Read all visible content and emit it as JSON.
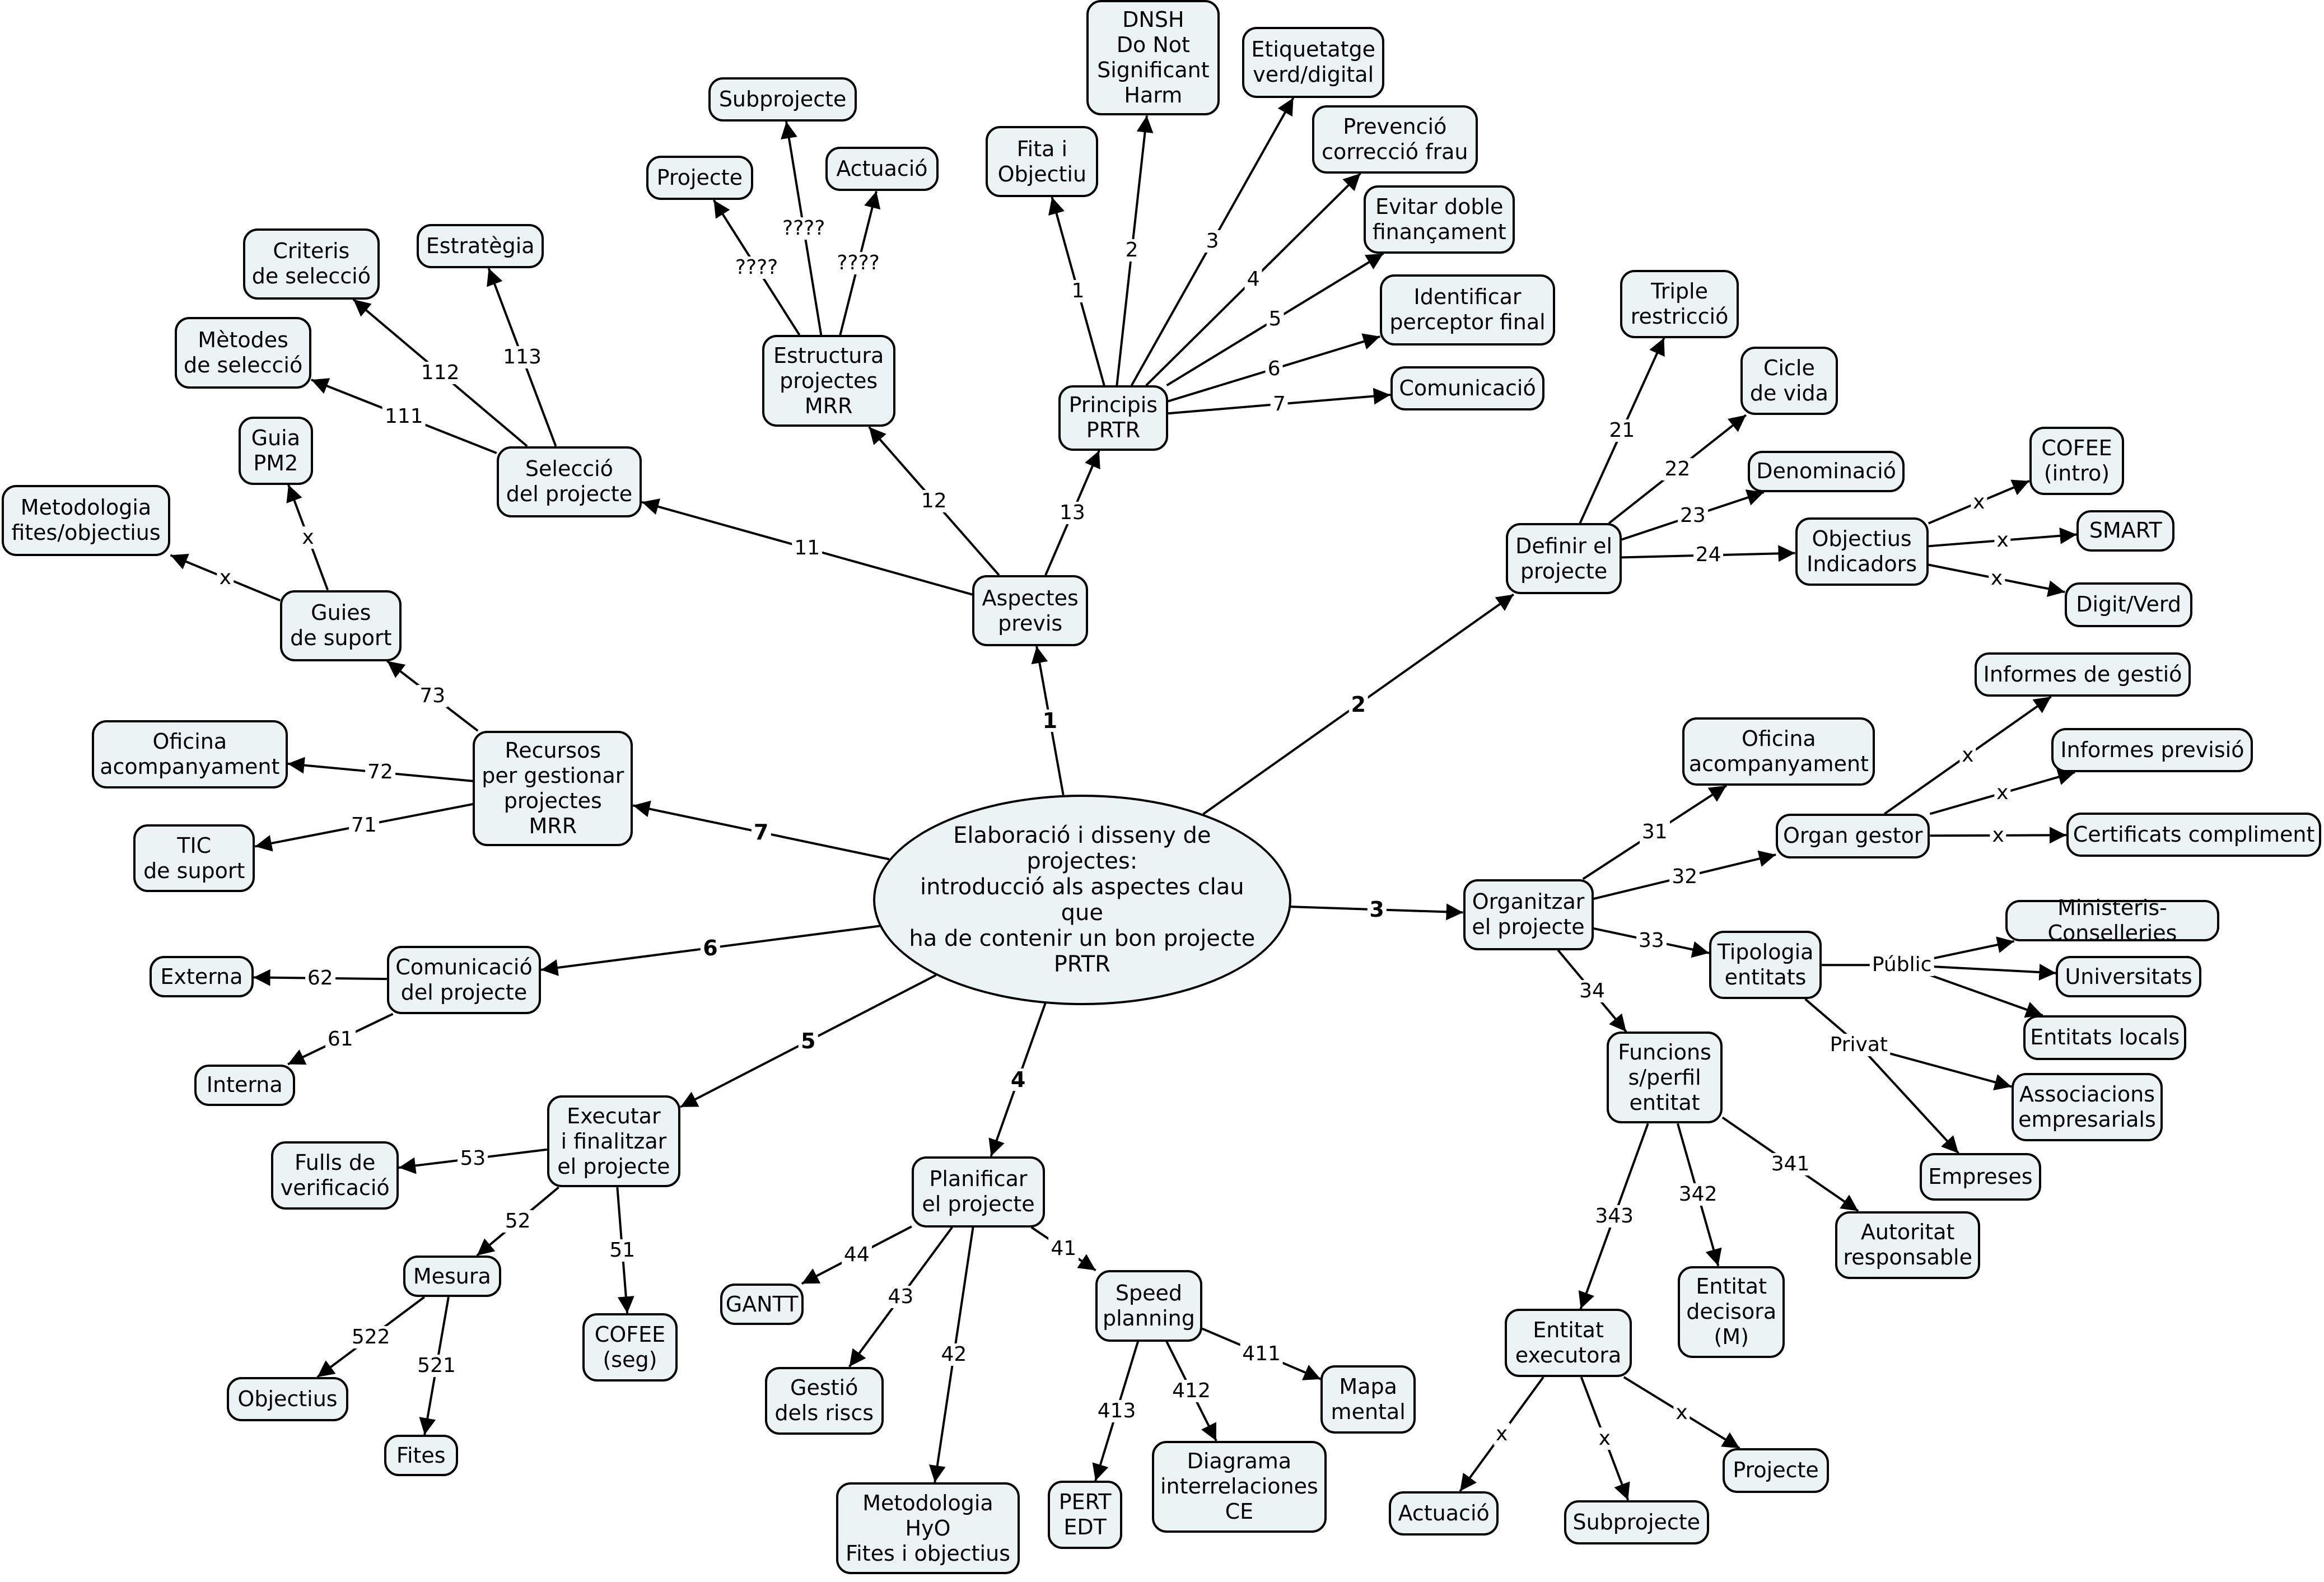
{
  "colors": {
    "node_fill": "#ebf3f5",
    "stroke": "#000000",
    "background": "#ffffff"
  },
  "nodes": {
    "root": "Elaboració i disseny de projectes:\nintroducció als aspectes clau que\nha de contenir un bon projecte\nPRTR",
    "aspectes": "Aspectes\nprevis",
    "seleccio": "Selecció\ndel projecte",
    "estructura": "Estructura\nprojectes\nMRR",
    "principis": "Principis\nPRTR",
    "projecte_a": "Projecte",
    "subprojecte_a": "Subprojecte",
    "actuacio_a": "Actuació",
    "fita": "Fita i\nObjectiu",
    "dnsh": "DNSH\nDo Not\nSignificant\nHarm",
    "etiquetatge": "Etiquetatge\nverd/digital",
    "prevencio": "Prevenció\ncorrecció frau",
    "evitar": "Evitar doble\nfinançament",
    "identificar": "Identificar\nperceptor final",
    "comunicacio_a": "Comunicació",
    "criteris": "Criteris\nde selecció",
    "estrategia": "Estratègia",
    "metodes": "Mètodes\nde selecció",
    "guia_pm2": "Guia\nPM2",
    "metodologia_fo": "Metodologia\nfites/objectius",
    "guies": "Guies\nde suport",
    "recursos": "Recursos\nper gestionar\nprojectes\nMRR",
    "oficina_a": "Oficina\nacompanyament",
    "tic": "TIC\nde suport",
    "comunicacio_p": "Comunicació\ndel projecte",
    "externa": "Externa",
    "interna": "Interna",
    "executar": "Executar\ni finalitzar\nel projecte",
    "fulls": "Fulls de\nverificació",
    "mesura": "Mesura",
    "cofee_seg": "COFEE\n(seg)",
    "objectius_m": "Objectius",
    "fites": "Fites",
    "planificar": "Planificar\nel projecte",
    "gantt": "GANTT",
    "gestio": "Gestió\ndels riscs",
    "metodologia_hyo": "Metodologia\nHyO\nFites i objectius",
    "speed": "Speed\nplanning",
    "pert": "PERT\nEDT",
    "diagrama": "Diagrama\ninterrelaciones\nCE",
    "mapa": "Mapa\nmental",
    "definir": "Definir el\nprojecte",
    "triple": "Triple\nrestricció",
    "cicle": "Cicle\nde vida",
    "denominacio": "Denominació",
    "objectius_i": "Objectius\nIndicadors",
    "cofee_intro": "COFEE\n(intro)",
    "smart": "SMART",
    "digit": "Digit/Verd",
    "organitzar": "Organitzar\nel projecte",
    "oficina_b": "Oficina\nacompanyament",
    "organ": "Organ gestor",
    "inf_gestio": "Informes de gestió",
    "inf_previsio": "Informes previsió",
    "certificats": "Certificats compliment",
    "tipologia": "Tipologia\nentitats",
    "ministeris": "Ministeris-Conselleries",
    "universitats": "Universitats",
    "entitats_locals": "Entitats locals",
    "associacions": "Associacions\nempresarials",
    "empreses": "Empreses",
    "funcions": "Funcions\ns/perfil\nentitat",
    "autoritat": "Autoritat\nresponsable",
    "decisora": "Entitat\ndecisora\n(M)",
    "executora": "Entitat\nexecutora",
    "actuacio_b": "Actuació",
    "subprojecte_b": "Subprojecte",
    "projecte_b": "Projecte"
  },
  "edges": [
    {
      "from": "root",
      "to": "aspectes",
      "label": "1",
      "bold": true
    },
    {
      "from": "root",
      "to": "definir",
      "label": "2",
      "bold": true
    },
    {
      "from": "root",
      "to": "organitzar",
      "label": "3",
      "bold": true
    },
    {
      "from": "root",
      "to": "planificar",
      "label": "4",
      "bold": true
    },
    {
      "from": "root",
      "to": "executar",
      "label": "5",
      "bold": true
    },
    {
      "from": "root",
      "to": "comunicacio_p",
      "label": "6",
      "bold": true
    },
    {
      "from": "root",
      "to": "recursos",
      "label": "7",
      "bold": true
    },
    {
      "from": "aspectes",
      "to": "seleccio",
      "label": "11"
    },
    {
      "from": "aspectes",
      "to": "estructura",
      "label": "12"
    },
    {
      "from": "aspectes",
      "to": "principis",
      "label": "13"
    },
    {
      "from": "seleccio",
      "to": "metodes",
      "label": "111"
    },
    {
      "from": "seleccio",
      "to": "criteris",
      "label": "112"
    },
    {
      "from": "seleccio",
      "to": "estrategia",
      "label": "113"
    },
    {
      "from": "estructura",
      "to": "projecte_a",
      "label": "????"
    },
    {
      "from": "estructura",
      "to": "subprojecte_a",
      "label": "????"
    },
    {
      "from": "estructura",
      "to": "actuacio_a",
      "label": "????"
    },
    {
      "from": "principis",
      "to": "fita",
      "label": "1"
    },
    {
      "from": "principis",
      "to": "dnsh",
      "label": "2"
    },
    {
      "from": "principis",
      "to": "etiquetatge",
      "label": "3"
    },
    {
      "from": "principis",
      "to": "prevencio",
      "label": "4"
    },
    {
      "from": "principis",
      "to": "evitar",
      "label": "5"
    },
    {
      "from": "principis",
      "to": "identificar",
      "label": "6"
    },
    {
      "from": "principis",
      "to": "comunicacio_a",
      "label": "7"
    },
    {
      "from": "definir",
      "to": "triple",
      "label": "21"
    },
    {
      "from": "definir",
      "to": "cicle",
      "label": "22"
    },
    {
      "from": "definir",
      "to": "denominacio",
      "label": "23"
    },
    {
      "from": "definir",
      "to": "objectius_i",
      "label": "24"
    },
    {
      "from": "objectius_i",
      "to": "cofee_intro",
      "label": "x"
    },
    {
      "from": "objectius_i",
      "to": "smart",
      "label": "x"
    },
    {
      "from": "objectius_i",
      "to": "digit",
      "label": "x"
    },
    {
      "from": "organitzar",
      "to": "oficina_b",
      "label": "31"
    },
    {
      "from": "organitzar",
      "to": "organ",
      "label": "32"
    },
    {
      "from": "organitzar",
      "to": "tipologia",
      "label": "33"
    },
    {
      "from": "organitzar",
      "to": "funcions",
      "label": "34"
    },
    {
      "from": "organ",
      "to": "inf_gestio",
      "label": "x"
    },
    {
      "from": "organ",
      "to": "inf_previsio",
      "label": "x"
    },
    {
      "from": "organ",
      "to": "certificats",
      "label": "x"
    },
    {
      "from": "tipologia",
      "to": "ministeris",
      "label": "Públic",
      "via": "public"
    },
    {
      "from": "tipologia",
      "to": "universitats",
      "label": "",
      "via": "public"
    },
    {
      "from": "tipologia",
      "to": "entitats_locals",
      "label": "",
      "via": "public"
    },
    {
      "from": "tipologia",
      "to": "associacions",
      "label": "Privat",
      "via": "privat"
    },
    {
      "from": "tipologia",
      "to": "empreses",
      "label": "",
      "via": "privat"
    },
    {
      "from": "funcions",
      "to": "autoritat",
      "label": "341"
    },
    {
      "from": "funcions",
      "to": "decisora",
      "label": "342"
    },
    {
      "from": "funcions",
      "to": "executora",
      "label": "343"
    },
    {
      "from": "executora",
      "to": "actuacio_b",
      "label": "x"
    },
    {
      "from": "executora",
      "to": "subprojecte_b",
      "label": "x"
    },
    {
      "from": "executora",
      "to": "projecte_b",
      "label": "x"
    },
    {
      "from": "planificar",
      "to": "speed",
      "label": "41"
    },
    {
      "from": "planificar",
      "to": "metodologia_hyo",
      "label": "42"
    },
    {
      "from": "planificar",
      "to": "gestio",
      "label": "43"
    },
    {
      "from": "planificar",
      "to": "gantt",
      "label": "44"
    },
    {
      "from": "speed",
      "to": "mapa",
      "label": "411"
    },
    {
      "from": "speed",
      "to": "diagrama",
      "label": "412"
    },
    {
      "from": "speed",
      "to": "pert",
      "label": "413"
    },
    {
      "from": "executar",
      "to": "cofee_seg",
      "label": "51"
    },
    {
      "from": "executar",
      "to": "mesura",
      "label": "52"
    },
    {
      "from": "executar",
      "to": "fulls",
      "label": "53"
    },
    {
      "from": "mesura",
      "to": "fites",
      "label": "521"
    },
    {
      "from": "mesura",
      "to": "objectius_m",
      "label": "522"
    },
    {
      "from": "comunicacio_p",
      "to": "interna",
      "label": "61"
    },
    {
      "from": "comunicacio_p",
      "to": "externa",
      "label": "62"
    },
    {
      "from": "recursos",
      "to": "tic",
      "label": "71"
    },
    {
      "from": "recursos",
      "to": "oficina_a",
      "label": "72"
    },
    {
      "from": "recursos",
      "to": "guies",
      "label": "73"
    },
    {
      "from": "guies",
      "to": "metodologia_fo",
      "label": "x"
    },
    {
      "from": "guies",
      "to": "guia_pm2",
      "label": "x"
    }
  ]
}
